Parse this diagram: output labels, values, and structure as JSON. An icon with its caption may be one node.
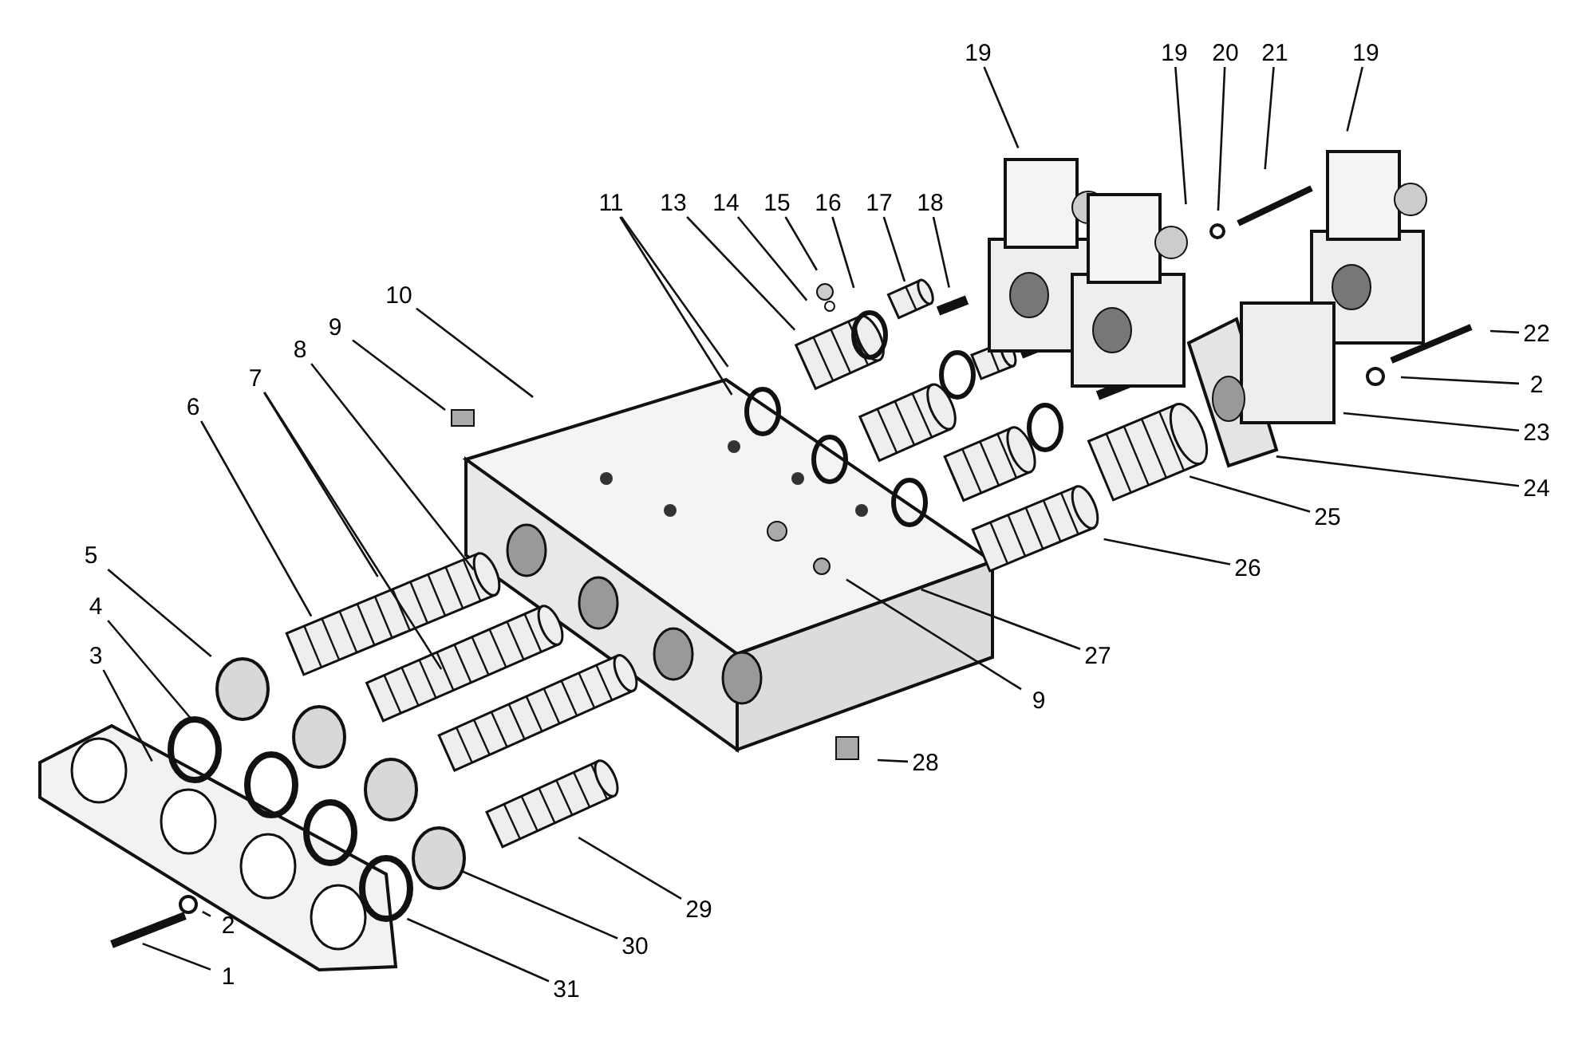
{
  "diagram": {
    "nodes": [
      {
        "text": [
          "19"
        ]
      },
      {
        "text": [
          "19"
        ]
      },
      {
        "text": [
          "20"
        ]
      },
      {
        "text": [
          "21"
        ]
      },
      {
        "text": [
          "19"
        ]
      },
      {
        "text": [
          "11"
        ]
      },
      {
        "text": [
          "13"
        ]
      },
      {
        "text": [
          "14"
        ]
      },
      {
        "text": [
          "15"
        ]
      },
      {
        "text": [
          "16"
        ]
      },
      {
        "text": [
          "17"
        ]
      },
      {
        "text": [
          "18"
        ]
      },
      {
        "text": [
          "10"
        ]
      },
      {
        "text": [
          "9"
        ]
      },
      {
        "text": [
          "22"
        ]
      },
      {
        "text": [
          "2"
        ]
      },
      {
        "text": [
          "8"
        ]
      },
      {
        "text": [
          "7"
        ]
      },
      {
        "text": [
          "6"
        ]
      },
      {
        "text": [
          "23"
        ]
      },
      {
        "text": [
          "24"
        ]
      },
      {
        "text": [
          "25"
        ]
      },
      {
        "text": [
          "5"
        ]
      },
      {
        "text": [
          "26"
        ]
      },
      {
        "text": [
          "4"
        ]
      },
      {
        "text": [
          "3"
        ]
      },
      {
        "text": [
          "27"
        ]
      },
      {
        "text": [
          "9"
        ]
      },
      {
        "text": [
          "28"
        ]
      },
      {
        "text": [
          "29"
        ]
      },
      {
        "text": [
          "2"
        ]
      },
      {
        "text": [
          "30"
        ]
      },
      {
        "text": [
          "1"
        ]
      },
      {
        "text": [
          "31"
        ]
      }
    ],
    "edges": [
      {
        "from": 0,
        "to": null,
        "arrow": "none"
      },
      {
        "from": 1,
        "to": null,
        "arrow": "none"
      },
      {
        "from": 2,
        "to": null,
        "arrow": "none"
      },
      {
        "from": 3,
        "to": null,
        "arrow": "none"
      },
      {
        "from": 4,
        "to": null,
        "arrow": "none"
      },
      {
        "from": 5,
        "to": null,
        "arrow": "none"
      },
      {
        "from": 5,
        "to": null,
        "arrow": "none"
      },
      {
        "from": 6,
        "to": null,
        "arrow": "none"
      },
      {
        "from": 7,
        "to": null,
        "arrow": "none"
      },
      {
        "from": 8,
        "to": null,
        "arrow": "none"
      },
      {
        "from": 9,
        "to": null,
        "arrow": "none"
      },
      {
        "from": 10,
        "to": null,
        "arrow": "none"
      },
      {
        "from": 11,
        "to": null,
        "arrow": "none"
      },
      {
        "from": 12,
        "to": null,
        "arrow": "none"
      },
      {
        "from": 13,
        "to": null,
        "arrow": "none"
      },
      {
        "from": 14,
        "to": null,
        "arrow": "none"
      },
      {
        "from": 15,
        "to": null,
        "arrow": "none"
      },
      {
        "from": 16,
        "to": null,
        "arrow": "none"
      },
      {
        "from": 17,
        "to": null,
        "arrow": "none"
      },
      {
        "from": 17,
        "to": null,
        "arrow": "none"
      },
      {
        "from": 18,
        "to": null,
        "arrow": "none"
      },
      {
        "from": 19,
        "to": null,
        "arrow": "none"
      },
      {
        "from": 20,
        "to": null,
        "arrow": "none"
      },
      {
        "from": 21,
        "to": null,
        "arrow": "none"
      },
      {
        "from": 22,
        "to": null,
        "arrow": "none"
      },
      {
        "from": 23,
        "to": null,
        "arrow": "none"
      },
      {
        "from": 24,
        "to": null,
        "arrow": "none"
      },
      {
        "from": 25,
        "to": null,
        "arrow": "none"
      },
      {
        "from": 26,
        "to": null,
        "arrow": "none"
      },
      {
        "from": 27,
        "to": null,
        "arrow": "none"
      },
      {
        "from": 28,
        "to": null,
        "arrow": "none"
      },
      {
        "from": 29,
        "to": null,
        "arrow": "none"
      },
      {
        "from": 30,
        "to": null,
        "arrow": "none"
      },
      {
        "from": 31,
        "to": null,
        "arrow": "none"
      },
      {
        "from": 32,
        "to": null,
        "arrow": "none"
      },
      {
        "from": 33,
        "to": null,
        "arrow": "none"
      }
    ]
  }
}
